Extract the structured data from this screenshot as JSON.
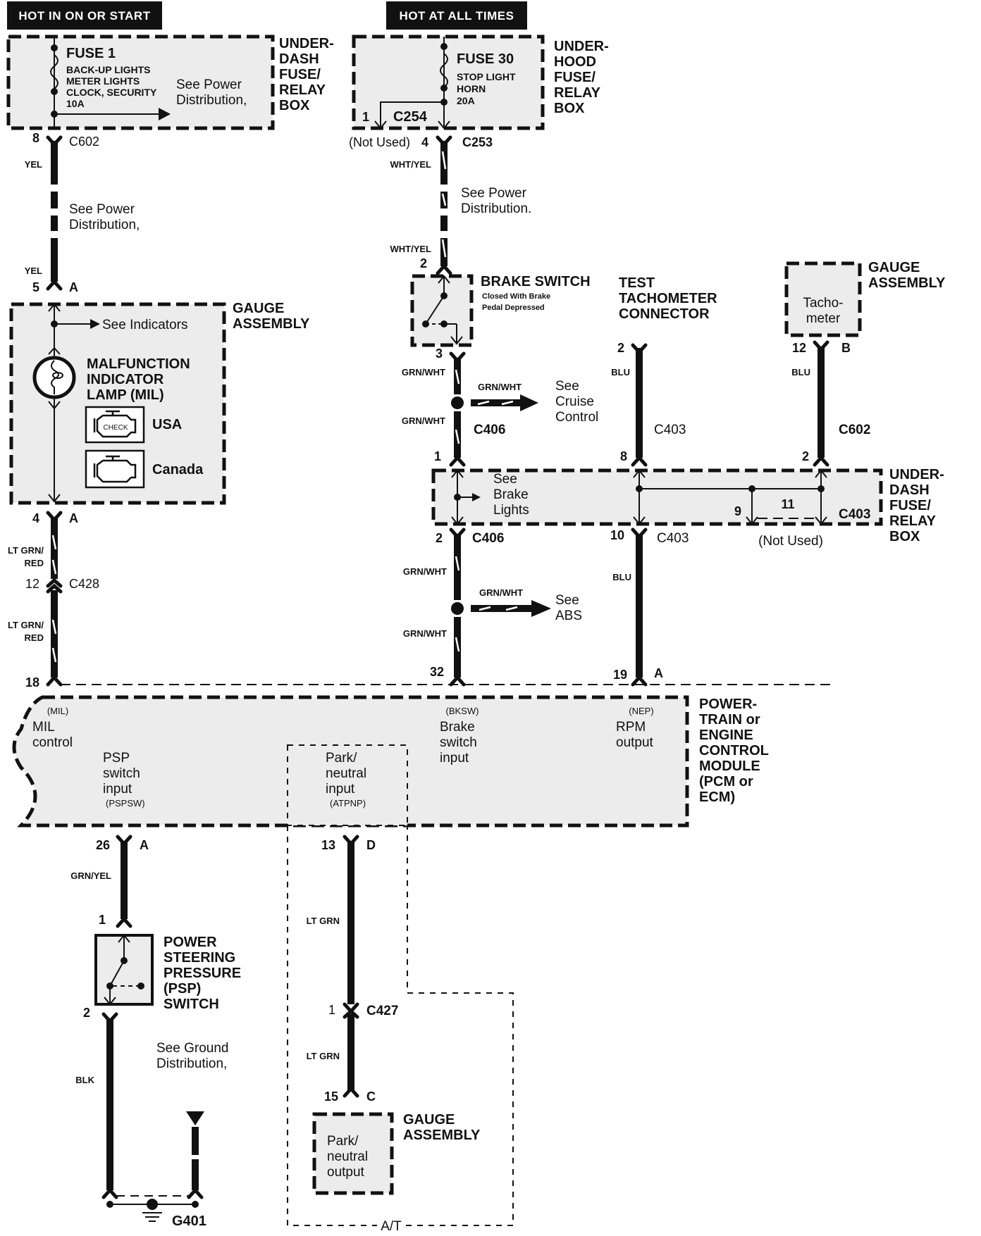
{
  "power_headers": {
    "ignition": "HOT IN ON OR START",
    "battery": "HOT AT ALL TIMES"
  },
  "under_dash_box_top": {
    "label_lines": [
      "UNDER-",
      "DASH",
      "FUSE/",
      "RELAY",
      "BOX"
    ],
    "fuse_name": "FUSE 1",
    "fuse_circuits": [
      "BACK-UP LIGHTS",
      "METER LIGHTS",
      "CLOCK, SECURITY"
    ],
    "fuse_rating": "10A",
    "note_lines": [
      "See Power",
      "Distribution,"
    ]
  },
  "under_hood_box": {
    "label_lines": [
      "UNDER-",
      "HOOD",
      "FUSE/",
      "RELAY",
      "BOX"
    ],
    "fuse_name": "FUSE 30",
    "fuse_circuits": [
      "STOP LIGHT",
      "HORN"
    ],
    "fuse_rating": "20A",
    "connector": "C254",
    "pin": "1"
  },
  "connectors": {
    "c602_top": {
      "pin": "8",
      "name": "C602"
    },
    "c253": {
      "pin": "4",
      "name": "C253",
      "note": "(Not Used)"
    },
    "gauge_in": {
      "pin": "5",
      "name": "A"
    },
    "gauge_out": {
      "pin": "4",
      "name": "A"
    },
    "c428": {
      "pin": "12",
      "name": "C428"
    },
    "pcm_18": {
      "pin": "18"
    },
    "brake_sw_in": {
      "pin": "2"
    },
    "brake_sw_out": {
      "pin": "3"
    },
    "c406_label": "C406",
    "c406_in": {
      "pin": "1"
    },
    "c406_out": {
      "pin": "2",
      "name": "C406"
    },
    "pcm_32": {
      "pin": "32"
    },
    "test_tach": {
      "pin": "2"
    },
    "c403_label": "C403",
    "c403_in": {
      "pin": "8"
    },
    "c403_out": {
      "pin": "10",
      "name": "C403"
    },
    "c403_box": {
      "pins": [
        "9",
        "11"
      ],
      "name": "C403",
      "note": "(Not Used)"
    },
    "tach_out": {
      "pin": "12",
      "name": "B"
    },
    "c602_right_label": "C602",
    "c602_right": {
      "pin": "2"
    },
    "pcm_19": {
      "pin": "19",
      "name": "A"
    },
    "pcm_26": {
      "pin": "26",
      "name": "A"
    },
    "psp_in": {
      "pin": "1"
    },
    "psp_out": {
      "pin": "2"
    },
    "pcm_13": {
      "pin": "13",
      "name": "D"
    },
    "c427": {
      "pin": "1",
      "name": "C427"
    },
    "gauge_c": {
      "pin": "15",
      "name": "C"
    },
    "ground": {
      "name": "G401"
    }
  },
  "wires": {
    "yel": "YEL",
    "wht_yel": "WHT/YEL",
    "lt_grn_red_1": "LT GRN/",
    "lt_grn_red_2": "RED",
    "grn_wht": "GRN/WHT",
    "blu": "BLU",
    "grn_yel": "GRN/YEL",
    "lt_grn": "LT GRN",
    "blk": "BLK"
  },
  "notes": {
    "see_power_dist": [
      "See Power",
      "Distribution,"
    ],
    "see_power_dist_2": [
      "See Power",
      "Distribution."
    ],
    "see_indicators": "See Indicators",
    "see_cruise": [
      "See",
      "Cruise",
      "Control"
    ],
    "see_brake_lights": [
      "See",
      "Brake",
      "Lights"
    ],
    "see_abs": [
      "See",
      "ABS"
    ],
    "see_ground_dist": [
      "See Ground",
      "Distribution,"
    ]
  },
  "gauge_assembly_mil": {
    "label_lines": [
      "GAUGE",
      "ASSEMBLY"
    ],
    "lamp_lines": [
      "MALFUNCTION",
      "INDICATOR",
      "LAMP (MIL)"
    ],
    "usa_label": "USA",
    "canada_label": "Canada",
    "check_text": "CHECK"
  },
  "brake_switch": {
    "title": "BRAKE SWITCH",
    "subtitle_lines": [
      "Closed With Brake",
      "Pedal Depressed"
    ]
  },
  "test_tachometer": {
    "label_lines": [
      "TEST",
      "TACHOMETER",
      "CONNECTOR"
    ]
  },
  "gauge_assembly_tach": {
    "label_lines": [
      "GAUGE",
      "ASSEMBLY"
    ],
    "inner_lines": [
      "Tacho-",
      "meter"
    ]
  },
  "under_dash_box_right": {
    "label_lines": [
      "UNDER-",
      "DASH",
      "FUSE/",
      "RELAY",
      "BOX"
    ]
  },
  "pcm": {
    "label_lines": [
      "POWER-",
      "TRAIN or",
      "ENGINE",
      "CONTROL",
      "MODULE",
      "(PCM or",
      "ECM)"
    ],
    "mil": {
      "code": "(MIL)",
      "lines": [
        "MIL",
        "control"
      ]
    },
    "psp": {
      "lines": [
        "PSP",
        "switch",
        "input"
      ],
      "code": "(PSPSW)"
    },
    "park": {
      "lines": [
        "Park/",
        "neutral",
        "input"
      ],
      "code": "(ATPNP)"
    },
    "brake": {
      "code": "(BKSW)",
      "lines": [
        "Brake",
        "switch",
        "input"
      ]
    },
    "rpm": {
      "code": "(NEP)",
      "lines": [
        "RPM",
        "output"
      ]
    }
  },
  "psp_switch": {
    "label_lines": [
      "POWER",
      "STEERING",
      "PRESSURE",
      "(PSP)",
      "SWITCH"
    ]
  },
  "gauge_assembly_park": {
    "label_lines": [
      "GAUGE",
      "ASSEMBLY"
    ],
    "inner_lines": [
      "Park/",
      "neutral",
      "output"
    ]
  },
  "at_label": "A/T"
}
